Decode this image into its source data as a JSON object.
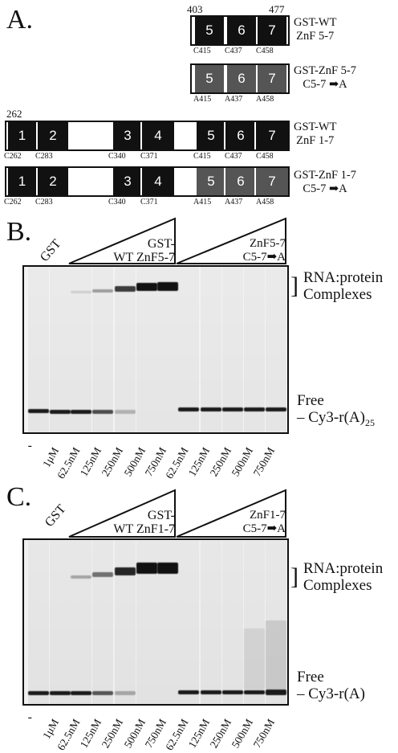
{
  "panelA": {
    "label": "A.",
    "start_403": "403",
    "end_477": "477",
    "start_262": "262",
    "constructs": [
      {
        "name1": "GST-WT",
        "name2": "ZnF 5-7",
        "fingers": [
          "5",
          "6",
          "7"
        ],
        "residues": [
          "C415",
          "C437",
          "C458"
        ]
      },
      {
        "name1": "GST-ZnF 5-7",
        "name2": "C5-7 ➡A",
        "fingers": [
          "5",
          "6",
          "7"
        ],
        "residues": [
          "A415",
          "A437",
          "A458"
        ]
      },
      {
        "name1": "GST-WT",
        "name2": "ZnF 1-7",
        "fingers": [
          "1",
          "2",
          "3",
          "4",
          "5",
          "6",
          "7"
        ],
        "residues": [
          "C262",
          "C283",
          "C340",
          "C371",
          "C415",
          "C437",
          "C458"
        ]
      },
      {
        "name1": "GST-ZnF 1-7",
        "name2": "C5-7 ➡A",
        "fingers": [
          "1",
          "2",
          "3",
          "4",
          "5",
          "6",
          "7"
        ],
        "residues": [
          "C262",
          "C283",
          "C340",
          "C371",
          "A415",
          "A437",
          "A458"
        ]
      }
    ]
  },
  "panelB": {
    "label": "B.",
    "gst": "GST",
    "wt_line1": "GST-",
    "wt_line2": "WT ZnF5-7",
    "mut_line1": "ZnF5-7",
    "mut_line2": "C5-7➡A",
    "complex_line1": "RNA:protein",
    "complex_line2": "Complexes",
    "free_line1": "Free",
    "free_line2": "Cy3-r(A)",
    "free_sub": "25",
    "lanes": [
      "-",
      "1μM",
      "62.5nM",
      "125nM",
      "250nM",
      "500nM",
      "750nM",
      "62.5nM",
      "125nM",
      "250nM",
      "500nM",
      "750nM"
    ]
  },
  "panelC": {
    "label": "C.",
    "gst": "GST",
    "wt_line1": "GST-",
    "wt_line2": "WT ZnF1-7",
    "mut_line1": "ZnF1-7",
    "mut_line2": "C5-7➡A",
    "complex_line1": "RNA:protein",
    "complex_line2": "Complexes",
    "free_line1": "Free",
    "free_line2": "Cy3-r(A)",
    "lanes": [
      "-",
      "1μM",
      "62.5nM",
      "125nM",
      "250nM",
      "500nM",
      "750nM",
      "62.5nM",
      "125nM",
      "250nM",
      "500nM",
      "750nM"
    ]
  }
}
